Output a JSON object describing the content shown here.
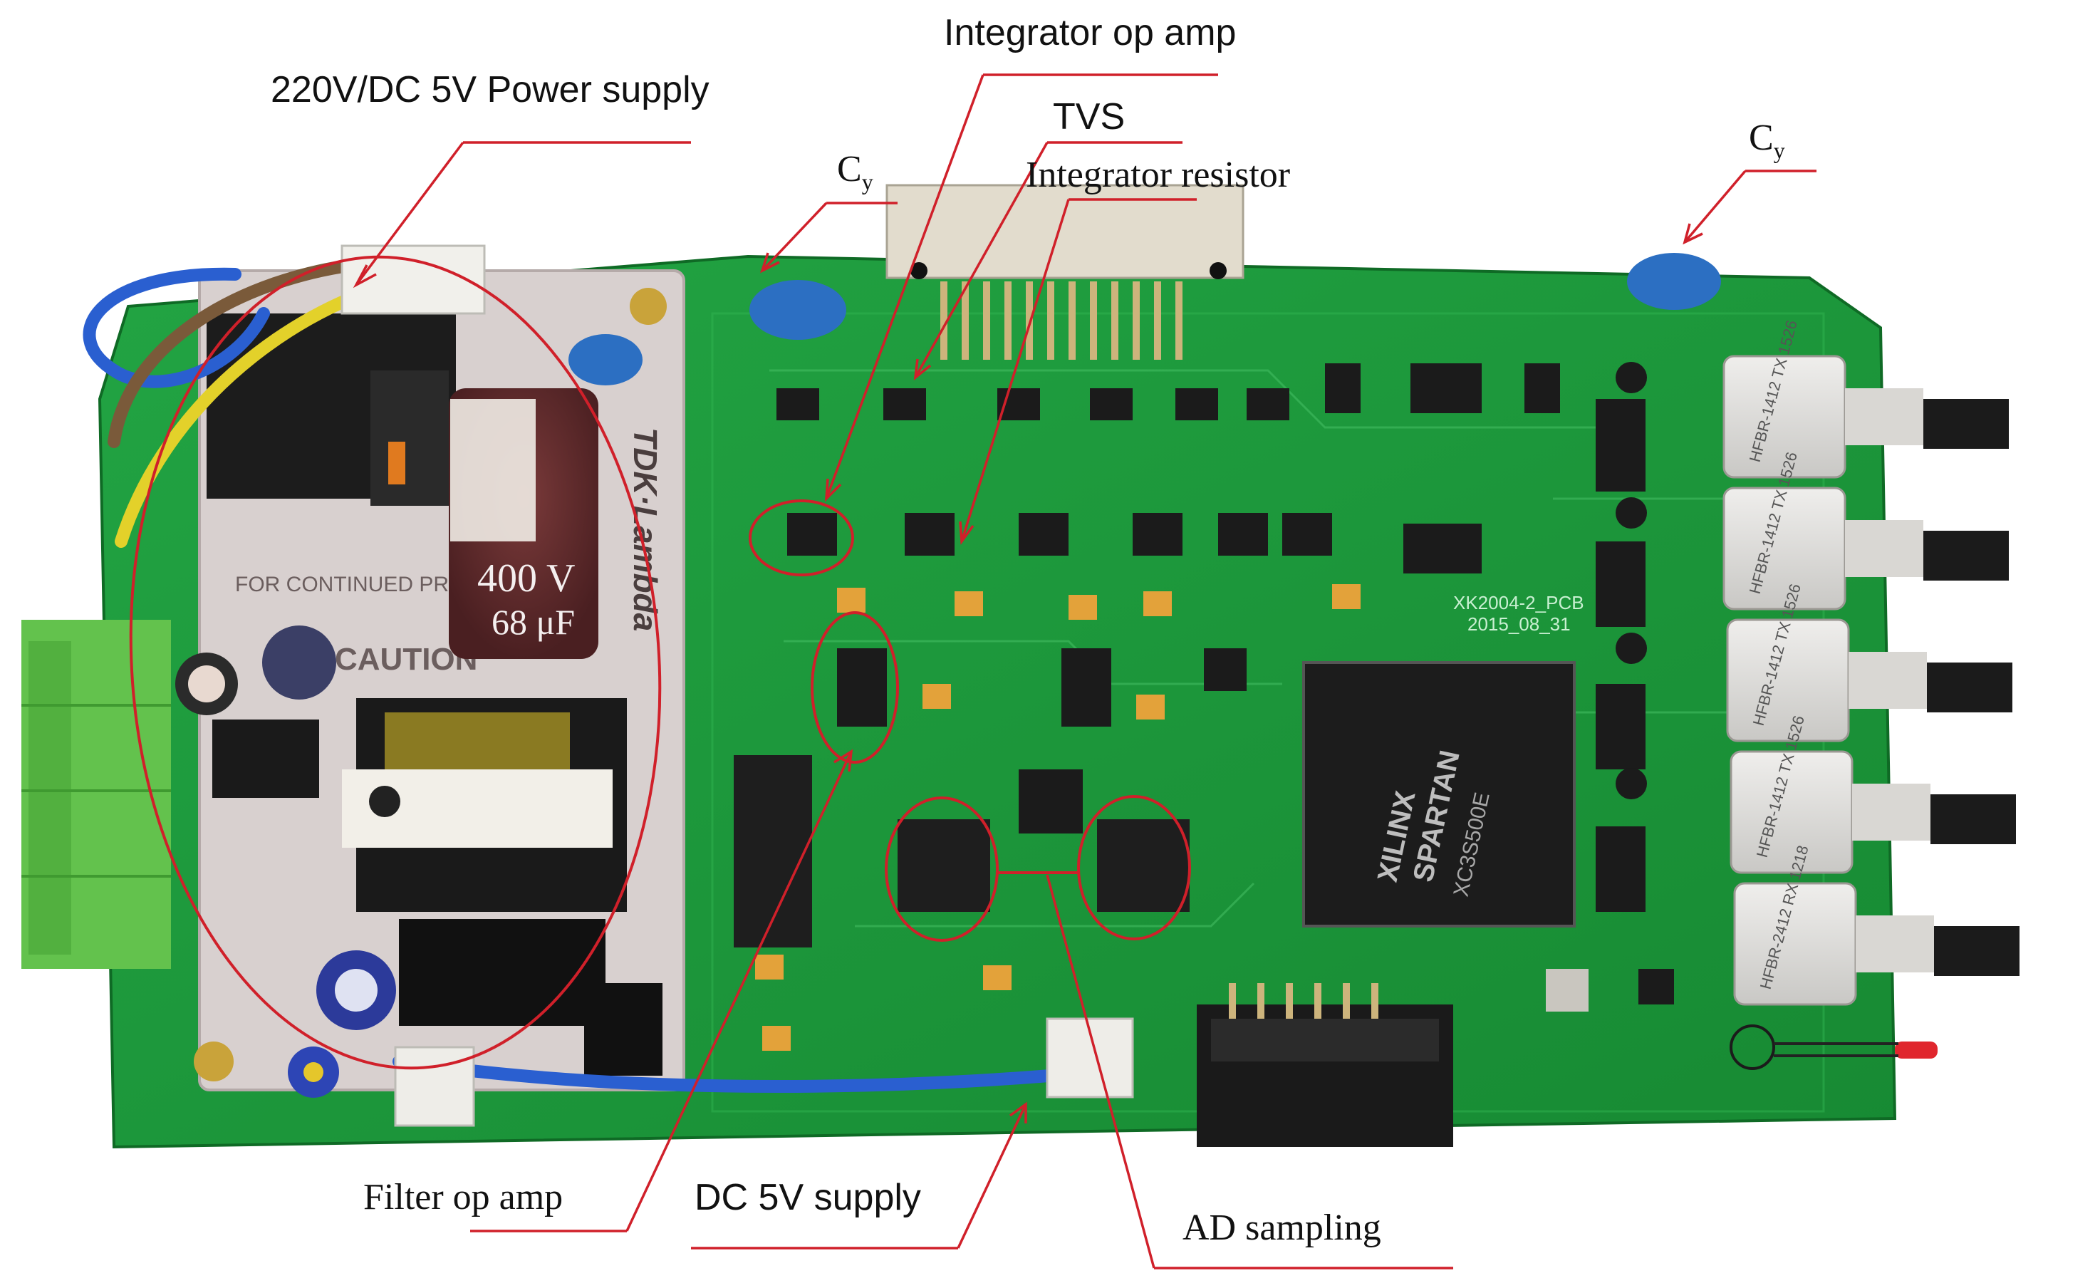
{
  "labels": {
    "power_supply": "220V/DC 5V Power supply",
    "integrator_op_amp": "Integrator op amp",
    "tvs": "TVS",
    "integrator_resistor": "Integrator resistor",
    "cy_left": "C",
    "cy_left_sub": "y",
    "cy_right": "C",
    "cy_right_sub": "y",
    "filter_op_amp": "Filter op amp",
    "dc_5v_supply": "DC 5V supply",
    "ad_sampling": "AD sampling"
  },
  "board_text": {
    "fpga_brand": "XILINX",
    "fpga_family": "SPARTAN",
    "fpga_part": "XC3S500E",
    "pcb_id": "XK2004-2_PCB",
    "pcb_date": "2015_08_31",
    "cap_voltage": "400 V",
    "cap_value": "68 μF",
    "psu_brand": "TDK·Lambda",
    "psu_caution": "CAUTION",
    "fiber_modules": [
      "HFBR-1412 TX 1526",
      "HFBR-1412 TX 1526",
      "HFBR-1412 TX 1526",
      "HFBR-1412 TX 1526",
      "HFBR-2412 RX 1218"
    ]
  },
  "colors": {
    "pcb_green": "#1f9a3b",
    "pcb_green_dark": "#167a2d",
    "annotation_red": "#d0202a",
    "psu_module": "#d8d0cf",
    "terminal_green": "#63c24d",
    "cap_blue": "#2c6fc2"
  }
}
